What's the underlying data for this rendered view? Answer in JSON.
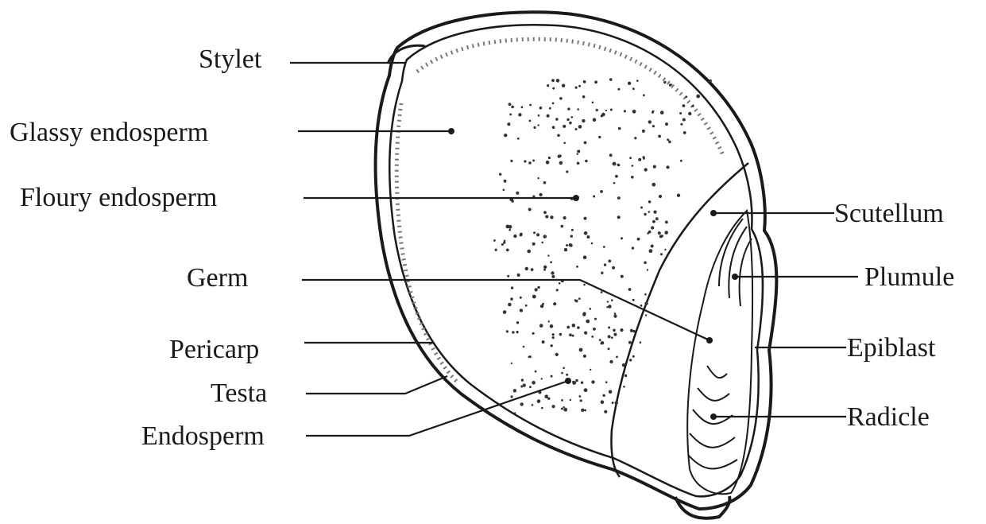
{
  "labels": {
    "stylet": "Stylet",
    "glassy_endosperm": "Glassy endosperm",
    "floury_endosperm": "Floury endosperm",
    "germ": "Germ",
    "pericarp": "Pericarp",
    "testa": "Testa",
    "endosperm": "Endosperm",
    "scutellum": "Scutellum",
    "plumule": "Plumule",
    "epiblast": "Epiblast",
    "radicle": "Radicle"
  },
  "colors": {
    "ink": "#1a1a1a",
    "background": "#ffffff"
  }
}
